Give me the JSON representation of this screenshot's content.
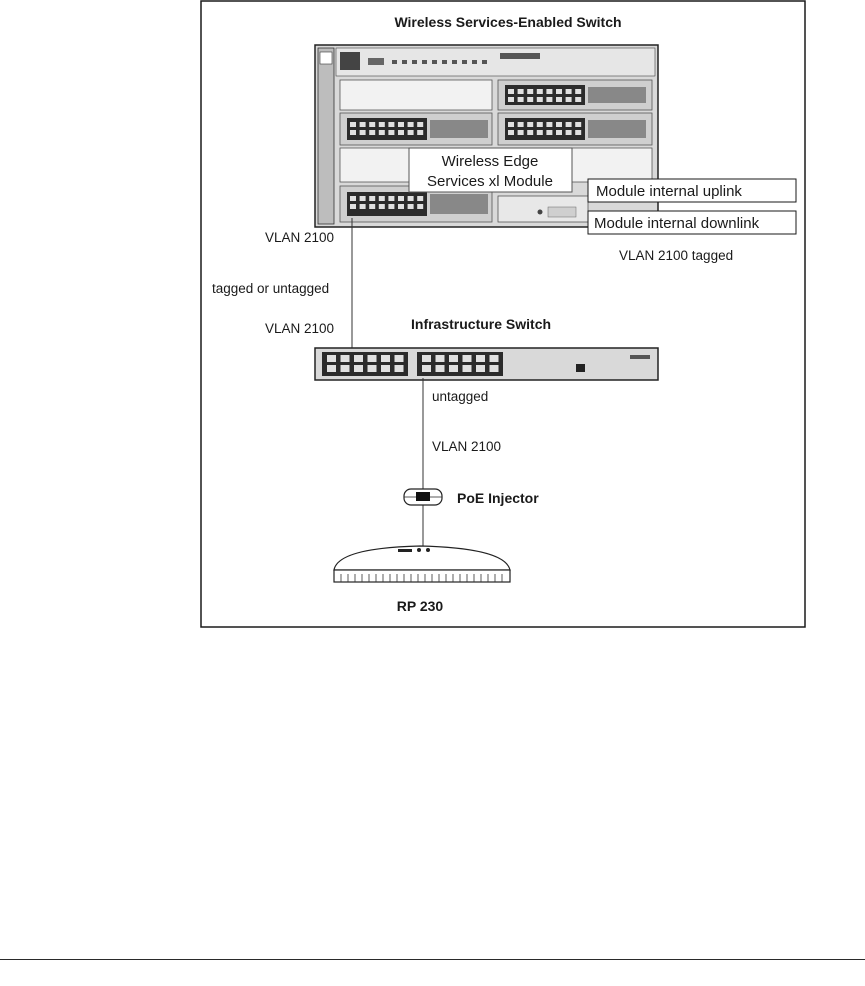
{
  "figure": {
    "title": "Wireless Services-Enabled Switch",
    "module_label_line1": "Wireless Edge",
    "module_label_line2": "Services xl Module",
    "uplink_label": "Module internal uplink",
    "downlink_label": "Module internal downlink",
    "vlan_tagged_note": "VLAN 2100 tagged",
    "vlan_top": "VLAN 2100",
    "tagging_note": "tagged or untagged",
    "vlan_middle": "VLAN 2100",
    "infrastructure_switch": "Infrastructure Switch",
    "untagged_note": "untagged",
    "vlan_bottom": "VLAN 2100",
    "poe_injector": "PoE Injector",
    "access_point": "RP 230"
  }
}
